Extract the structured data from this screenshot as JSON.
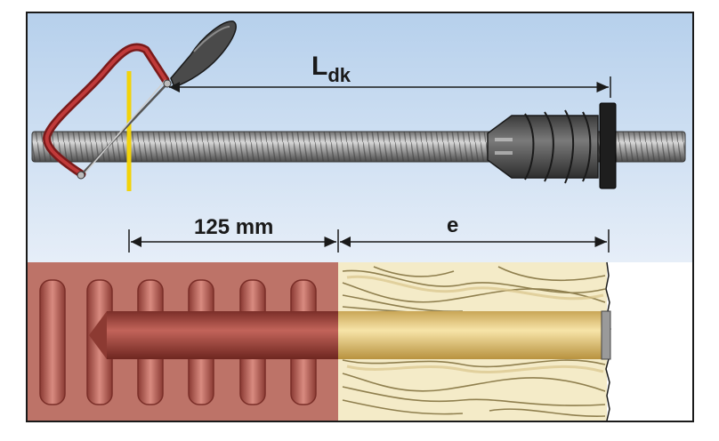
{
  "labels": {
    "length": "L",
    "length_subscript": "dk",
    "depth": "125 mm",
    "insulation": "e"
  },
  "colors": {
    "sky_top": "#a9c6e6",
    "sky_bottom": "#dfe9f5",
    "brick": "#b96b60",
    "brick_dark": "#8e3f36",
    "insulation": "#f3e8c2",
    "insulation_line": "#8a7b4a",
    "rod": "#8c8c8c",
    "rod_dark": "#4b4b4b",
    "saw_frame": "#9a2424",
    "saw_handle": "#444444",
    "cut_mark": "#f2d30a"
  }
}
